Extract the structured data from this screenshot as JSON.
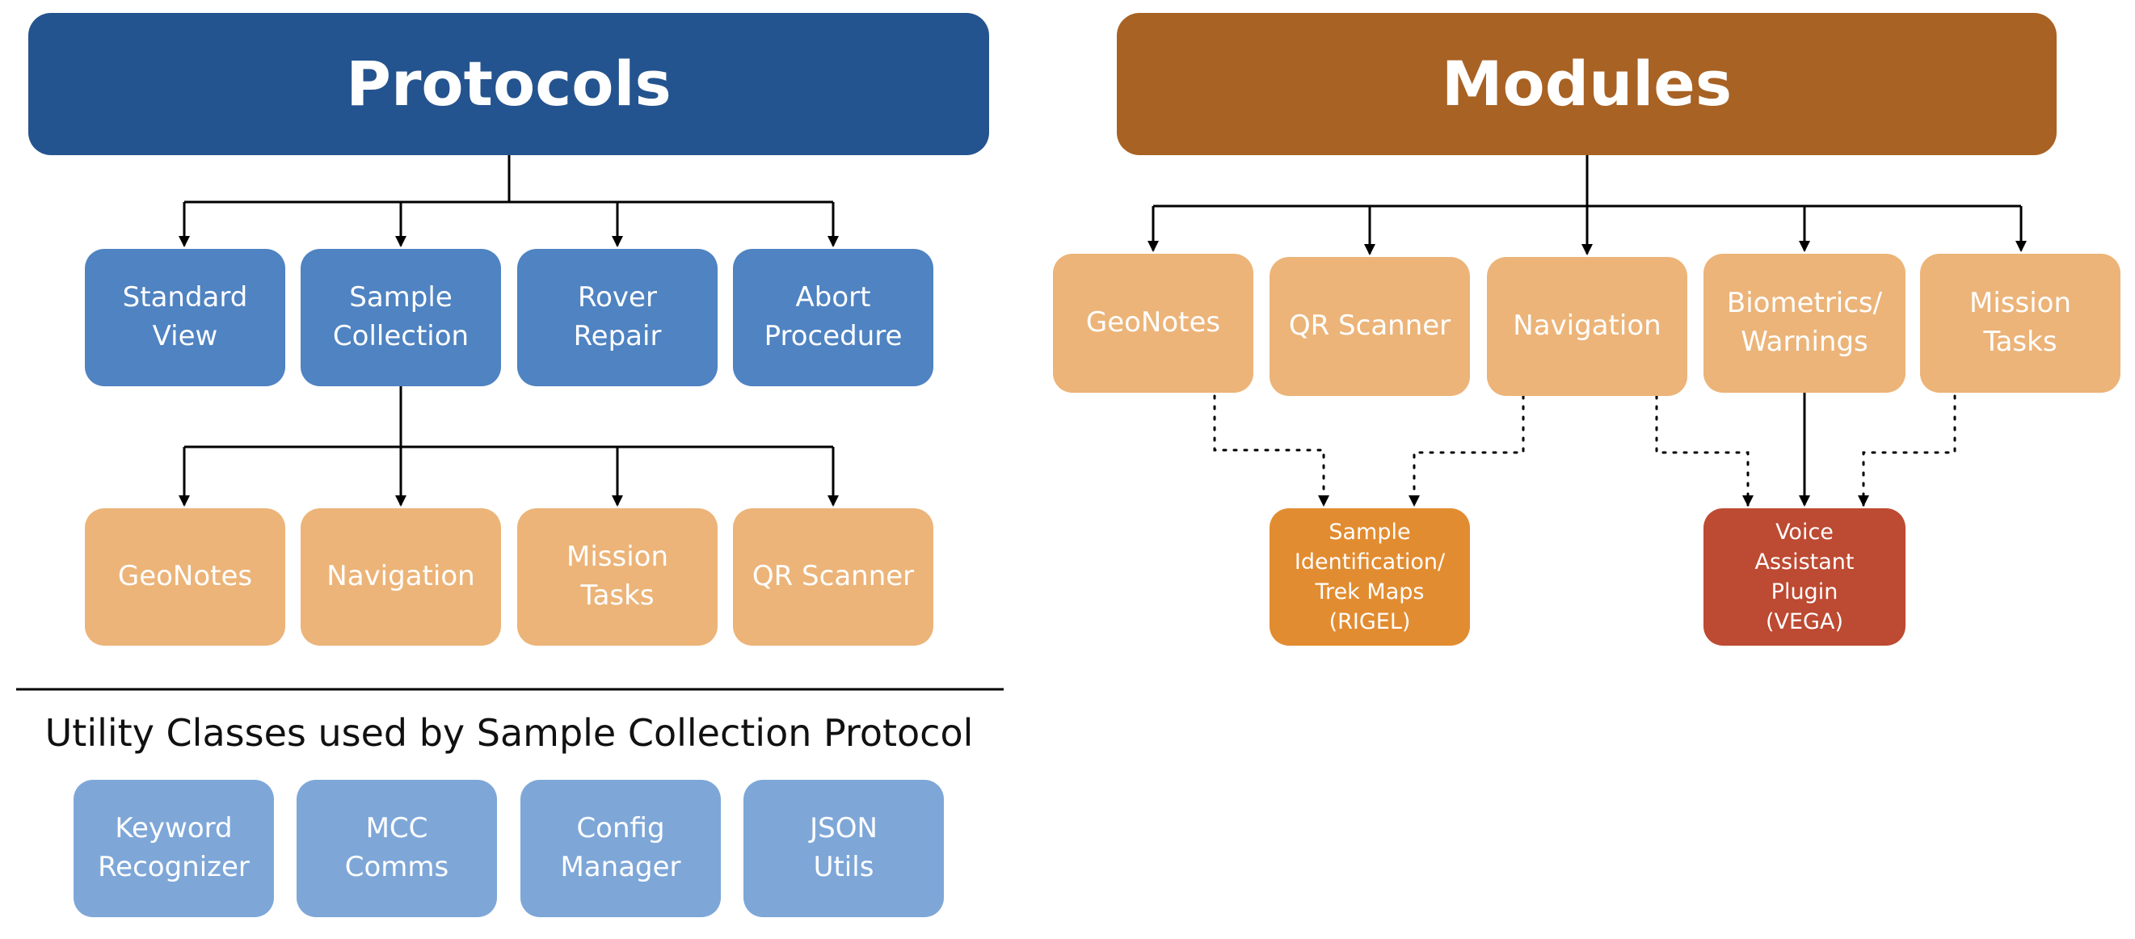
{
  "protocols": {
    "title": "Protocols",
    "items": [
      "Standard\nView",
      "Sample\nCollection",
      "Rover\nRepair",
      "Abort\nProcedure"
    ],
    "sample_collection_children": [
      "GeoNotes",
      "Navigation",
      "Mission\nTasks",
      "QR Scanner"
    ]
  },
  "utility": {
    "title": "Utility Classes used by Sample Collection Protocol",
    "items": [
      "Keyword\nRecognizer",
      "MCC\nComms",
      "Config\nManager",
      "JSON\nUtils"
    ]
  },
  "modules": {
    "title": "Modules",
    "items": [
      "GeoNotes",
      "QR Scanner",
      "Navigation",
      "Biometrics/\nWarnings",
      "Mission\nTasks"
    ],
    "services": [
      {
        "label": "Sample\nIdentification/\nTrek Maps\n(RIGEL)",
        "color": "#e28c31"
      },
      {
        "label": "Voice\nAssistant\nPlugin\n(VEGA)",
        "color": "#bd4a32"
      }
    ]
  },
  "colors": {
    "protocols_header": "#24548f",
    "protocol_box": "#4f83c2",
    "utility_box": "#7ea7d8",
    "module_box": "#ecb479",
    "modules_header": "#a86224"
  }
}
